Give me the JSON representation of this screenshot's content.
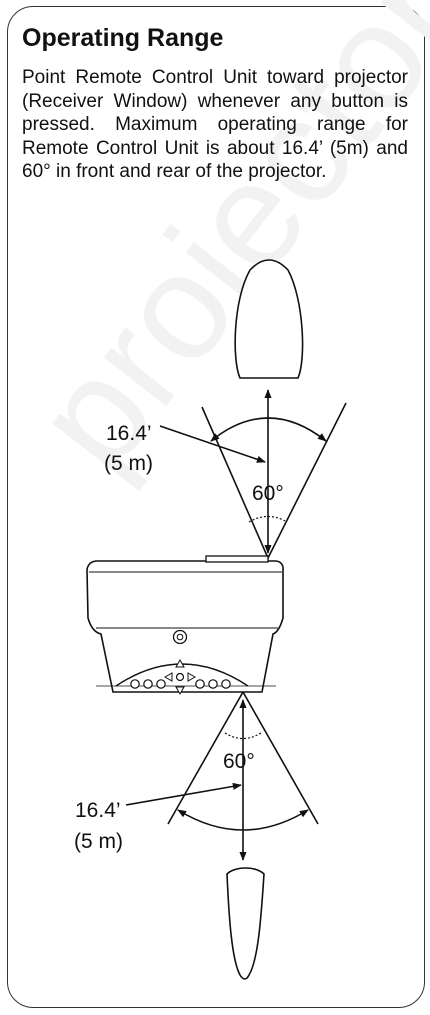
{
  "watermark": "projector.co",
  "section": {
    "title": "Operating Range",
    "body": "Point Remote Control Unit toward projector (Receiver Window) whenever any button is pressed. Maximum operating range for Remote Control Unit is about 16.4’ (5m) and 60° in front and rear of the projector."
  },
  "diagram": {
    "front": {
      "distance": "16.4’",
      "distance_metric": "(5 m)",
      "angle": "60°"
    },
    "rear": {
      "distance": "16.4’",
      "distance_metric": "(5 m)",
      "angle": "60°"
    },
    "icons": {
      "remote_top": "remote-control-icon",
      "remote_bottom": "remote-control-icon",
      "projector": "projector-icon"
    }
  }
}
